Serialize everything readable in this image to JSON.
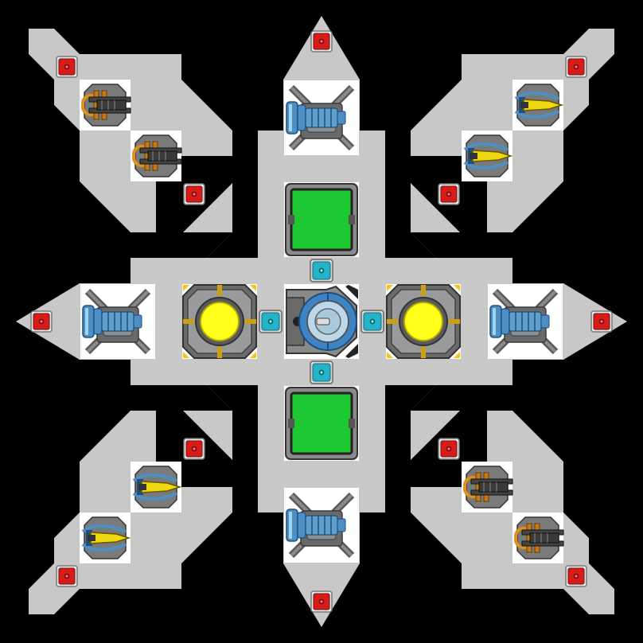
{
  "colors": {
    "background": "#000000",
    "hull": "#c8c8c8",
    "tile": "#ffffff",
    "metal_dark": "#5a5a5a",
    "metal_mid": "#8a8a8a",
    "metal_light": "#b4b4b4",
    "thruster_blue": "#4d8fc4",
    "thruster_blue_light": "#7cc0e8",
    "reactor_yellow": "#ffff1a",
    "shield_green": "#1ec832",
    "connector_teal": "#24b3c9",
    "armor_red": "#d41c1c",
    "gun_orange": "#e0901c",
    "missile_yellow": "#f0d810"
  },
  "ship": {
    "core": {
      "name": "command-core",
      "icon": "core-icon"
    },
    "reactors": [
      {
        "name": "reactor-left",
        "icon": "reactor-icon"
      },
      {
        "name": "reactor-right",
        "icon": "reactor-icon"
      }
    ],
    "shields": [
      {
        "name": "shield-top",
        "icon": "shield-generator-icon"
      },
      {
        "name": "shield-bottom",
        "icon": "shield-generator-icon"
      }
    ],
    "connectors": [
      {
        "name": "connector-top"
      },
      {
        "name": "connector-bottom"
      },
      {
        "name": "connector-left"
      },
      {
        "name": "connector-right"
      }
    ],
    "thrusters": [
      {
        "name": "thruster-top",
        "facing": "up"
      },
      {
        "name": "thruster-bottom",
        "facing": "down"
      },
      {
        "name": "thruster-left",
        "facing": "left"
      },
      {
        "name": "thruster-right",
        "facing": "right"
      }
    ],
    "weapons": [
      {
        "name": "autocannon-nw-1",
        "kind": "autocannon"
      },
      {
        "name": "autocannon-nw-2",
        "kind": "autocannon"
      },
      {
        "name": "missile-launcher-ne-1",
        "kind": "missile"
      },
      {
        "name": "missile-launcher-ne-2",
        "kind": "missile"
      },
      {
        "name": "missile-launcher-sw-1",
        "kind": "missile"
      },
      {
        "name": "missile-launcher-sw-2",
        "kind": "missile"
      },
      {
        "name": "autocannon-se-1",
        "kind": "autocannon"
      },
      {
        "name": "autocannon-se-2",
        "kind": "autocannon"
      }
    ],
    "armor_nodes": [
      {
        "name": "armor-node-top"
      },
      {
        "name": "armor-node-bottom"
      },
      {
        "name": "armor-node-left"
      },
      {
        "name": "armor-node-right"
      },
      {
        "name": "armor-node-nw-outer"
      },
      {
        "name": "armor-node-nw-inner"
      },
      {
        "name": "armor-node-ne-outer"
      },
      {
        "name": "armor-node-ne-inner"
      },
      {
        "name": "armor-node-sw-outer"
      },
      {
        "name": "armor-node-sw-inner"
      },
      {
        "name": "armor-node-se-outer"
      },
      {
        "name": "armor-node-se-inner"
      }
    ]
  }
}
